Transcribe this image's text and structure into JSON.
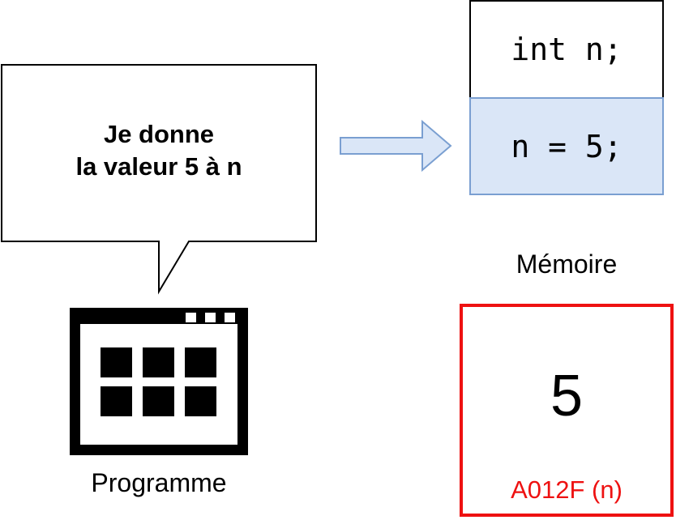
{
  "speech_bubble": {
    "line1": "Je donne",
    "line2": "la valeur 5 à n"
  },
  "code": {
    "declaration": "int n;",
    "assignment": "n = 5;"
  },
  "memory": {
    "label": "Mémoire",
    "cell_value": "5",
    "cell_address": "A012F (n)"
  },
  "program": {
    "label": "Programme",
    "icon": "program-window-icon"
  },
  "colors": {
    "assignment_fill": "#dae6f7",
    "assignment_border": "#7a9fd1",
    "memory_border": "#ee1111",
    "arrow_fill": "#dae6f7",
    "arrow_stroke": "#7a9fd1"
  }
}
